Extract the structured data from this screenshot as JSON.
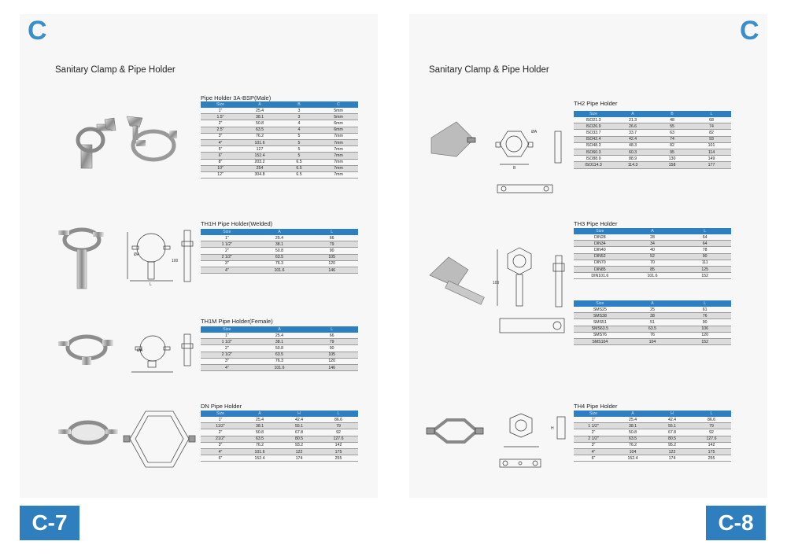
{
  "letters": {
    "left": "C",
    "right": "C"
  },
  "page_tabs": {
    "left": "C-7",
    "right": "C-8"
  },
  "section_titles": {
    "left": "Sanitary Clamp & Pipe Holder",
    "right": "Sanitary Clamp & Pipe Holder"
  },
  "colors": {
    "accent": "#3a8ecb",
    "tab": "#2f7fbf",
    "header": "#2e7fc2"
  },
  "drawing_labels": {
    "dia_a": "ØA",
    "dim_b": "B",
    "dim_l": "L",
    "dim_100": "100",
    "dim_h": "H"
  },
  "tables": {
    "t1": {
      "title": "Pipe Holder 3A-BSP(Male)",
      "headers": [
        "Size",
        "A",
        "B",
        "C"
      ],
      "rows": [
        [
          "1\"",
          "25.4",
          "3",
          "5mm"
        ],
        [
          "1.5\"",
          "38.1",
          "3",
          "5mm"
        ],
        [
          "2\"",
          "50.8",
          "4",
          "6mm"
        ],
        [
          "2.5\"",
          "63.5",
          "4",
          "6mm"
        ],
        [
          "3\"",
          "76.2",
          "5",
          "7mm"
        ],
        [
          "4\"",
          "101.6",
          "5",
          "7mm"
        ],
        [
          "5\"",
          "127",
          "5",
          "7mm"
        ],
        [
          "6\"",
          "152.4",
          "5",
          "7mm"
        ],
        [
          "8\"",
          "203.2",
          "6.5",
          "7mm"
        ],
        [
          "10\"",
          "254",
          "6.5",
          "7mm"
        ],
        [
          "12\"",
          "304.8",
          "6.5",
          "7mm"
        ]
      ]
    },
    "t2": {
      "title": "TH1H Pipe Holder(Welded)",
      "headers": [
        "Size",
        "A",
        "L"
      ],
      "rows": [
        [
          "1\"",
          "25.4",
          "66"
        ],
        [
          "1 1/2\"",
          "38.1",
          "79"
        ],
        [
          "2\"",
          "50.8",
          "90"
        ],
        [
          "2 1/2\"",
          "63.5",
          "105"
        ],
        [
          "3\"",
          "76.3",
          "120"
        ],
        [
          "4\"",
          "101.6",
          "146"
        ]
      ]
    },
    "t3": {
      "title": "TH1M Pipe Holder(Female)",
      "headers": [
        "Size",
        "A",
        "L"
      ],
      "rows": [
        [
          "1\"",
          "25.4",
          "66"
        ],
        [
          "1 1/2\"",
          "38.1",
          "79"
        ],
        [
          "2\"",
          "50.8",
          "90"
        ],
        [
          "2 1/2\"",
          "63.5",
          "105"
        ],
        [
          "3\"",
          "76.3",
          "120"
        ],
        [
          "4\"",
          "101.6",
          "146"
        ]
      ]
    },
    "t4": {
      "title": "DN Pipe Holder",
      "headers": [
        "Size",
        "A",
        "H",
        "L"
      ],
      "rows": [
        [
          "1\"",
          "25.4",
          "42.4",
          "86.6"
        ],
        [
          "11/2\"",
          "38.1",
          "55.1",
          "79"
        ],
        [
          "2\"",
          "50.8",
          "67.8",
          "92"
        ],
        [
          "21/2\"",
          "63.5",
          "80.5",
          "127.6"
        ],
        [
          "3\"",
          "76.2",
          "93.2",
          "142"
        ],
        [
          "4\"",
          "101.6",
          "122",
          "175"
        ],
        [
          "6\"",
          "152.4",
          "174",
          "255"
        ]
      ]
    },
    "t5": {
      "title": "TH2 Pipe Holder",
      "headers": [
        "Size",
        "A",
        "B",
        "L"
      ],
      "rows": [
        [
          "ISO21.3",
          "21.3",
          "48",
          "68"
        ],
        [
          "ISO26.9",
          "26.6",
          "55",
          "74"
        ],
        [
          "ISO33.7",
          "33.7",
          "63",
          "82"
        ],
        [
          "ISO42.4",
          "42.4",
          "74",
          "93"
        ],
        [
          "ISO48.3",
          "48.3",
          "82",
          "101"
        ],
        [
          "ISO60.3",
          "60.3",
          "95",
          "114"
        ],
        [
          "ISO88.9",
          "88.9",
          "130",
          "149"
        ],
        [
          "ISO114.3",
          "114.3",
          "158",
          "177"
        ]
      ]
    },
    "t6": {
      "title": "TH3 Pipe Holder",
      "headers": [
        "Size",
        "A",
        "L"
      ],
      "rows": [
        [
          "DIN28",
          "28",
          "64"
        ],
        [
          "DIN34",
          "34",
          "64"
        ],
        [
          "DIN40",
          "40",
          "78"
        ],
        [
          "DIN52",
          "52",
          "90"
        ],
        [
          "DIN70",
          "70",
          "111"
        ],
        [
          "DIN85",
          "85",
          "125"
        ],
        [
          "DIN101.6",
          "101.6",
          "152"
        ]
      ]
    },
    "t7": {
      "title": "",
      "headers": [
        "Size",
        "A",
        "L"
      ],
      "rows": [
        [
          "SMS25",
          "25",
          "61"
        ],
        [
          "SMS38",
          "38",
          "76"
        ],
        [
          "SMS51",
          "51",
          "90"
        ],
        [
          "SMS63.5",
          "63.5",
          "106"
        ],
        [
          "SMS76",
          "76",
          "120"
        ],
        [
          "SMS104",
          "104",
          "152"
        ]
      ]
    },
    "t8": {
      "title": "TH4 Pipe Holder",
      "headers": [
        "Size",
        "A",
        "H",
        "L"
      ],
      "rows": [
        [
          "1\"",
          "25.4",
          "42.4",
          "86.6"
        ],
        [
          "1 1/2\"",
          "38.1",
          "55.1",
          "79"
        ],
        [
          "2\"",
          "50.8",
          "67.8",
          "92"
        ],
        [
          "2 1/2\"",
          "63.5",
          "80.5",
          "127.6"
        ],
        [
          "3\"",
          "76.2",
          "95.2",
          "142"
        ],
        [
          "4\"",
          "104",
          "122",
          "175"
        ],
        [
          "6\"",
          "152.4",
          "174",
          "255"
        ]
      ]
    }
  }
}
